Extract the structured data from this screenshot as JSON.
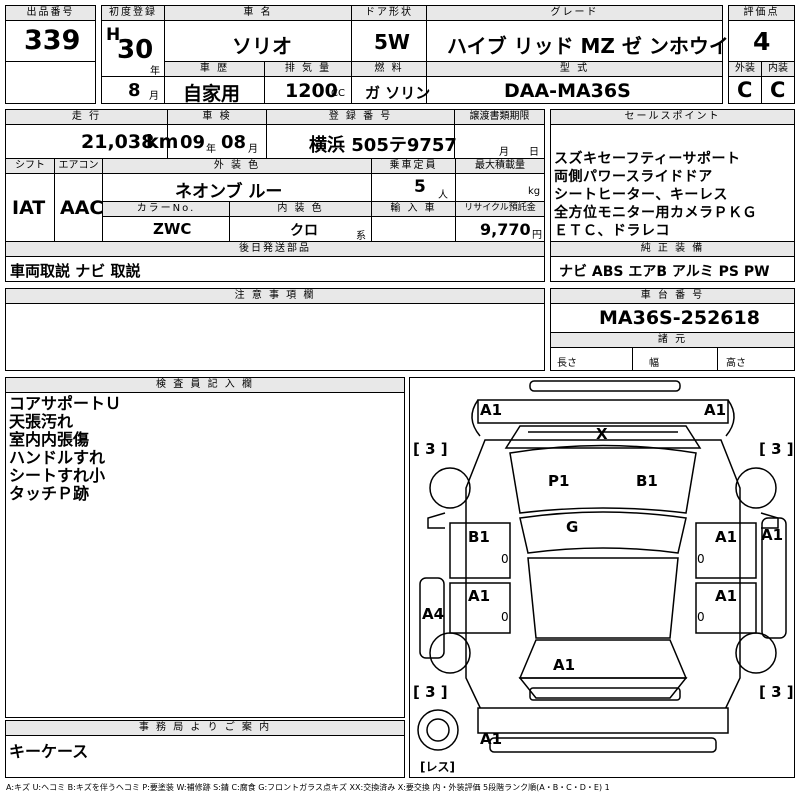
{
  "header": {
    "lot_label": "出品番号",
    "lot_value": "339",
    "first_reg_label": "初度登録",
    "era_letter": "H",
    "year_value": "30",
    "year_unit": "年",
    "month_value": "8",
    "month_unit": "月",
    "car_name_label": "車 名",
    "car_name_value": "ソリオ",
    "door_label": "ドア形状",
    "door_value": "5W",
    "grade_label": "グレード",
    "grade_value": "ハイブ リッド MZ  ゼ ンホウイ",
    "score_label": "評価点",
    "score_value": "4",
    "history_label": "車 歴",
    "history_value": "自家用",
    "displacement_label": "排 気 量",
    "displacement_value": "1200",
    "displacement_unit": "CC",
    "fuel_label": "燃 料",
    "fuel_value": "ガ ソリン",
    "model_label": "型 式",
    "model_value": "DAA-MA36S",
    "exterior_label": "外装",
    "exterior_value": "C",
    "interior_label": "内装",
    "interior_value": "C"
  },
  "row2": {
    "mileage_label": "走 行",
    "mileage_value": "21,038",
    "mileage_unit": "km",
    "inspection_label": "車 検",
    "insp_year": "09",
    "insp_year_unit": "年",
    "insp_month": "08",
    "insp_month_unit": "月",
    "plate_label": "登 録 番 号",
    "plate_value": "横浜 505テ9757",
    "transfer_label": "譲渡書類期限",
    "transfer_month": "月",
    "transfer_day": "日",
    "shift_label": "シフト",
    "shift_value": "IAT",
    "ac_label": "エアコン",
    "ac_value": "AAC",
    "ext_color_label": "外 装 色",
    "ext_color_value": "ネオンブ ルー",
    "capacity_label": "乗車定員",
    "capacity_value": "5",
    "capacity_unit": "人",
    "load_label": "最大積載量",
    "load_unit": "kg",
    "color_no_label": "カラーNo.",
    "color_no_value": "ZWC",
    "int_color_label": "内 装 色",
    "int_color_value": "クロ",
    "int_color_unit": "系",
    "import_label": "輸 入 車",
    "recycle_label": "リサイクル預託金",
    "recycle_value": "9,770",
    "recycle_unit": "円",
    "later_parts_label": "後日発送部品",
    "later_parts_value": "車両取説 ナビ 取説"
  },
  "sales_points": {
    "label": "セールスポイント",
    "lines": [
      "スズキセーフティーサポート",
      "両側パワースライドドア",
      "シートヒーター、キーレス",
      "全方位モニター用カメラＰＫＧ",
      "ＥＴＣ、ドラレコ"
    ]
  },
  "equipment": {
    "label": "純 正 装 備",
    "value": "ナビ  ABS  エアB  アルミ  PS  PW"
  },
  "caution": {
    "label": "注 意 事 項 欄"
  },
  "chassis": {
    "label": "車 台 番 号",
    "value": "MA36S-252618"
  },
  "dimensions": {
    "label": "諸 元",
    "length_label": "長さ",
    "width_label": "幅",
    "height_label": "高さ"
  },
  "inspector": {
    "label": "検 査 員 記 入 欄",
    "lines": [
      "コアサポートＵ",
      "天張汚れ",
      "室内内張傷",
      "ハンドルすれ",
      "シートすれ小",
      "タッチＰ跡"
    ]
  },
  "office": {
    "label": "事 務 局 よ り ご 案 内",
    "value": "キーケース"
  },
  "diagram": {
    "marks": {
      "front_left": "A1",
      "front_right": "A1",
      "windshield": "X",
      "hood_left": "P1",
      "hood_right": "B1",
      "roof": "G",
      "front_door_left": "B1",
      "front_door_right": "A1",
      "right_outer": "A1",
      "rear_door_left": "A1",
      "rear_door_right": "A1",
      "left_outer": "A4",
      "trunk": "A1",
      "rear_bumper": "A1"
    },
    "tyres": {
      "front_left": "3",
      "front_right": "3",
      "rear_left": "3",
      "rear_right": "3"
    },
    "spare_label": "レス",
    "zeros": [
      "0",
      "0",
      "0",
      "0"
    ]
  },
  "legend": "A:キズ U:ヘコミ B:キズを伴うヘコミ P:要塗装 W:補修跡 S:錆 C:腐食 G:フロントガラス点キズ XX:交換済み X:要交換 内・外装評価 5段階ランク順(A・B・C・D・E) 1"
}
